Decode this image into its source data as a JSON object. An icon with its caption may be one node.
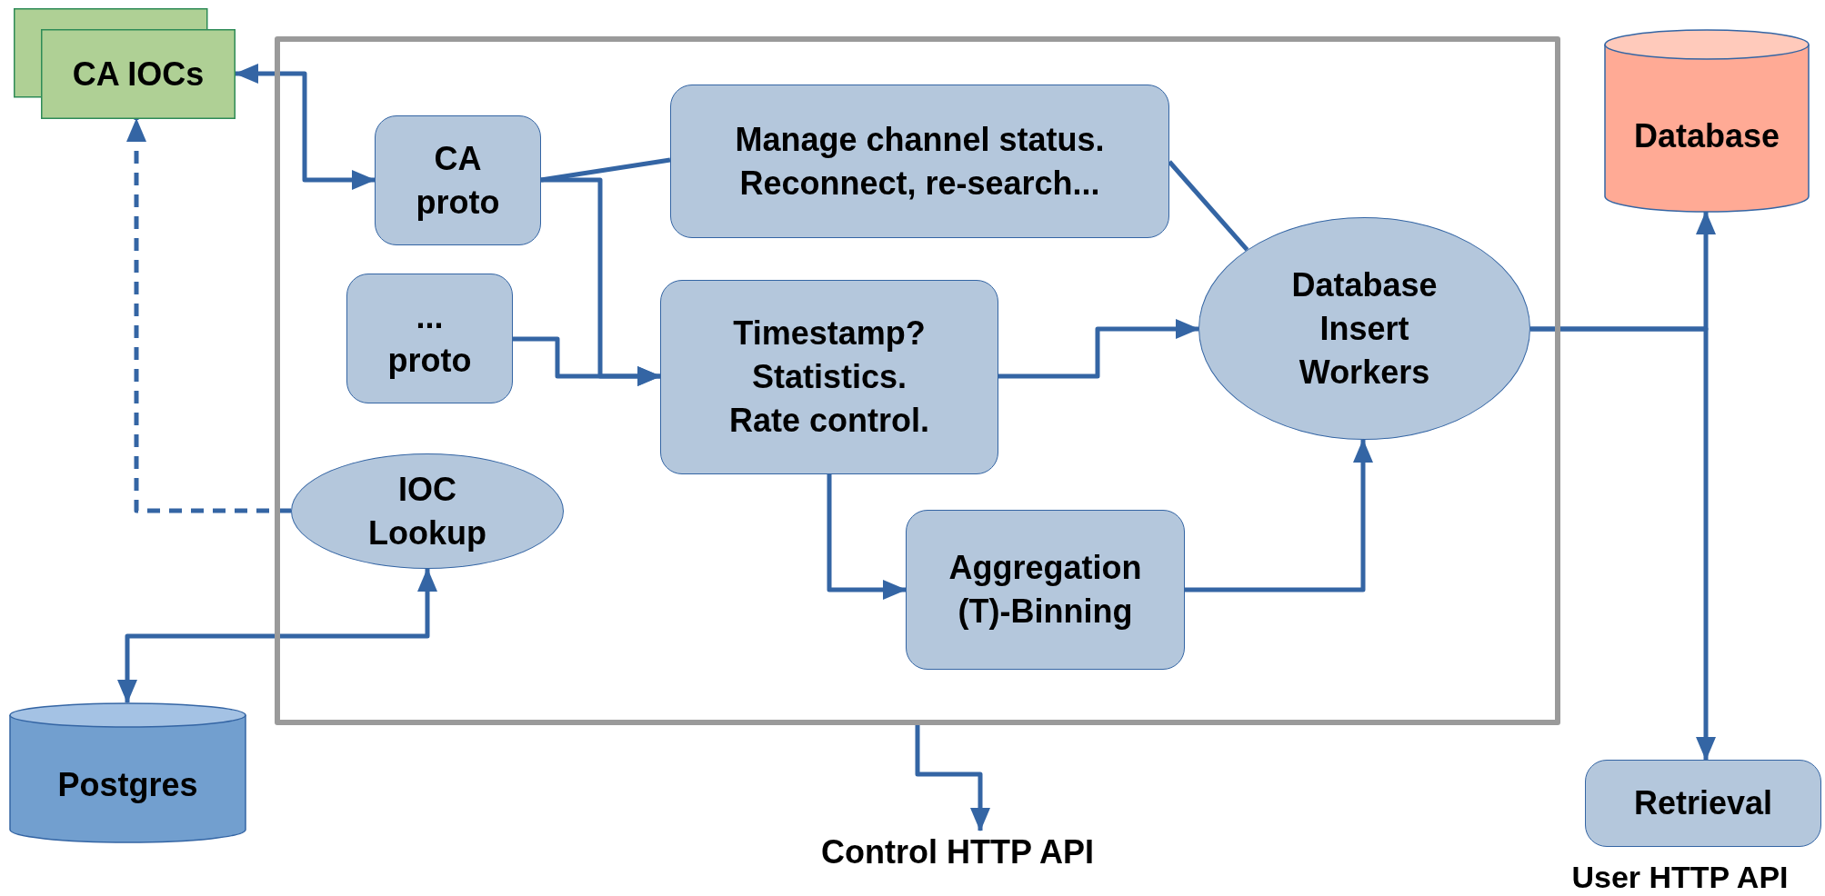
{
  "diagram": {
    "nodes": [
      {
        "text": [],
        "shape": "box"
      },
      {
        "text": [
          "CA IOCs"
        ]
      },
      {
        "text": [
          "CA proto"
        ],
        "in": 0
      },
      {
        "text": [
          "Manage channel status. Reconnect, re-search..."
        ],
        "in": 0
      },
      {
        "text": [
          "... proto"
        ],
        "in": 0
      },
      {
        "text": [
          "Timestamp? Statistics. Rate control."
        ],
        "in": 0
      },
      {
        "text": [
          "Database Insert Workers"
        ],
        "in": 0
      },
      {
        "text": [
          "Database"
        ]
      },
      {
        "text": [
          "IOC Lookup"
        ],
        "in": 0
      },
      {
        "text": [
          "Aggregation (T)-Binning"
        ],
        "in": 0
      },
      {
        "text": [
          "Postgres"
        ]
      },
      {
        "text": [
          "Retrieval"
        ],
        "beside": [
          "User HTTP API"
        ]
      },
      {
        "text": [
          "Control HTTP API"
        ]
      }
    ],
    "edges": [
      {
        "from": 1,
        "to": 2,
        "arrow": "both"
      },
      {
        "from": 2,
        "to": 3,
        "arrow": "none"
      },
      {
        "from": 2,
        "to": 5,
        "arrow": "to"
      },
      {
        "from": 4,
        "to": 5,
        "arrow": "to"
      },
      {
        "from": 3,
        "to": 6,
        "arrow": "none"
      },
      {
        "from": 5,
        "to": 6,
        "arrow": "to"
      },
      {
        "from": 5,
        "to": 9,
        "arrow": "to"
      },
      {
        "from": 9,
        "to": 6,
        "arrow": "to"
      },
      {
        "from": 6,
        "to": 7,
        "arrow": "to"
      },
      {
        "from": 6,
        "to": 11,
        "arrow": "to"
      },
      {
        "from": 8,
        "to": 1,
        "arrow": "to",
        "style": "dashed"
      },
      {
        "from": 8,
        "to": 10,
        "arrow": "both"
      },
      {
        "from": 0,
        "to": 12,
        "arrow": "to"
      }
    ]
  }
}
